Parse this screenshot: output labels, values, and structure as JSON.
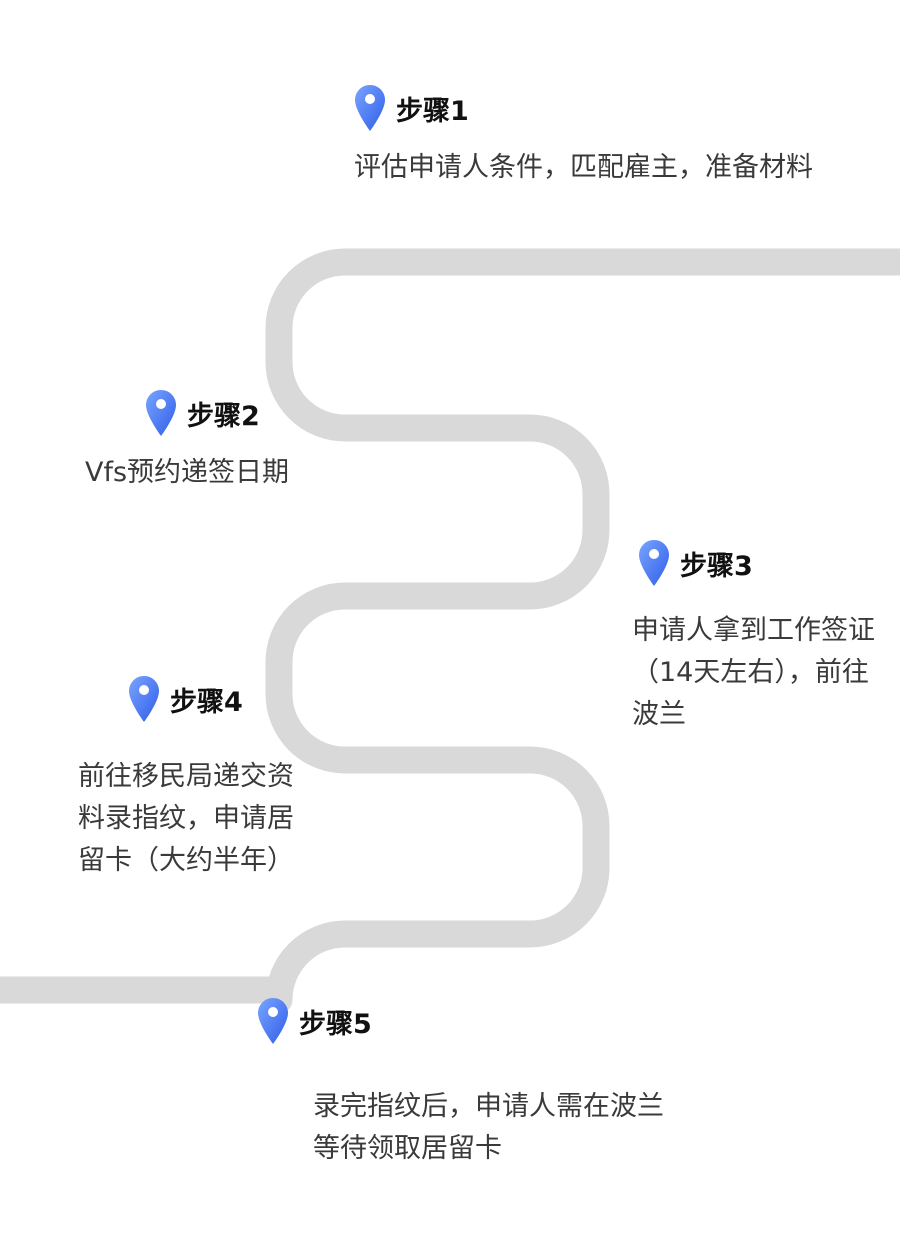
{
  "colors": {
    "road": "#d9d9d9",
    "pin_light": "#6f9bff",
    "pin_dark": "#2f5ee8",
    "pin_dot": "#ffffff"
  },
  "steps": [
    {
      "title": "步骤1",
      "desc": "评估申请人条件，匹配雇主，准备材料"
    },
    {
      "title": "步骤2",
      "desc": "Vfs预约递签日期"
    },
    {
      "title": "步骤3",
      "desc": "申请人拿到工作签证（14天左右），前往波兰"
    },
    {
      "title": "步骤4",
      "desc": "前往移民局递交资料录指纹，申请居留卡（大约半年）"
    },
    {
      "title": "步骤5",
      "desc": "录完指纹后，申请人需在波兰等待领取居留卡"
    }
  ]
}
